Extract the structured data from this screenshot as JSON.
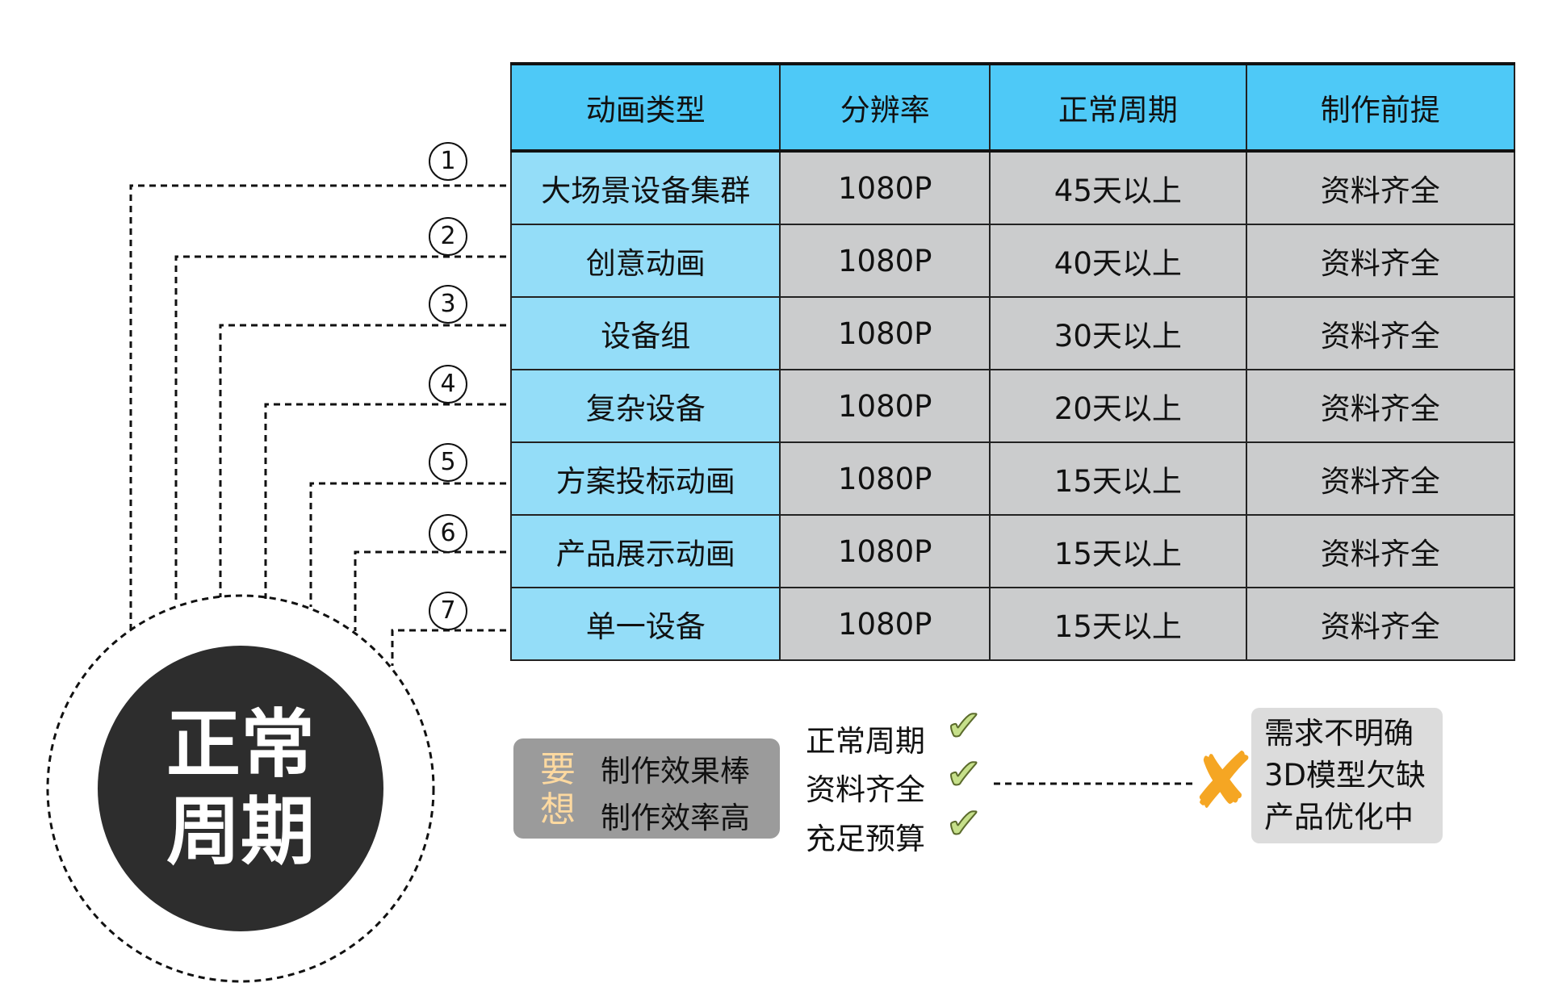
{
  "table": {
    "headers": [
      "动画类型",
      "分辨率",
      "正常周期",
      "制作前提"
    ],
    "rows": [
      {
        "num": "1",
        "type": "大场景设备集群",
        "resolution": "1080P",
        "period": "45天以上",
        "prereq": "资料齐全"
      },
      {
        "num": "2",
        "type": "创意动画",
        "resolution": "1080P",
        "period": "40天以上",
        "prereq": "资料齐全"
      },
      {
        "num": "3",
        "type": "设备组",
        "resolution": "1080P",
        "period": "30天以上",
        "prereq": "资料齐全"
      },
      {
        "num": "4",
        "type": "复杂设备",
        "resolution": "1080P",
        "period": "20天以上",
        "prereq": "资料齐全"
      },
      {
        "num": "5",
        "type": "方案投标动画",
        "resolution": "1080P",
        "period": "15天以上",
        "prereq": "资料齐全"
      },
      {
        "num": "6",
        "type": "产品展示动画",
        "resolution": "1080P",
        "period": "15天以上",
        "prereq": "资料齐全"
      },
      {
        "num": "7",
        "type": "单一设备",
        "resolution": "1080P",
        "period": "15天以上",
        "prereq": "资料齐全"
      }
    ]
  },
  "center": {
    "line1": "正常",
    "line2": "周期"
  },
  "wish": {
    "tag": "要想",
    "lines": [
      "制作效果棒",
      "制作效率高"
    ]
  },
  "checks": [
    "正常周期",
    "资料齐全",
    "充足预算"
  ],
  "issues": [
    "需求不明确",
    "3D模型欠缺",
    "产品优化中"
  ],
  "colors": {
    "header": "#4ec9f7",
    "type_cell": "#94ddf8",
    "cell": "#cbcccd",
    "dark": "#2d2d2d",
    "check": "#c6e08a",
    "x": "#f5a623"
  }
}
